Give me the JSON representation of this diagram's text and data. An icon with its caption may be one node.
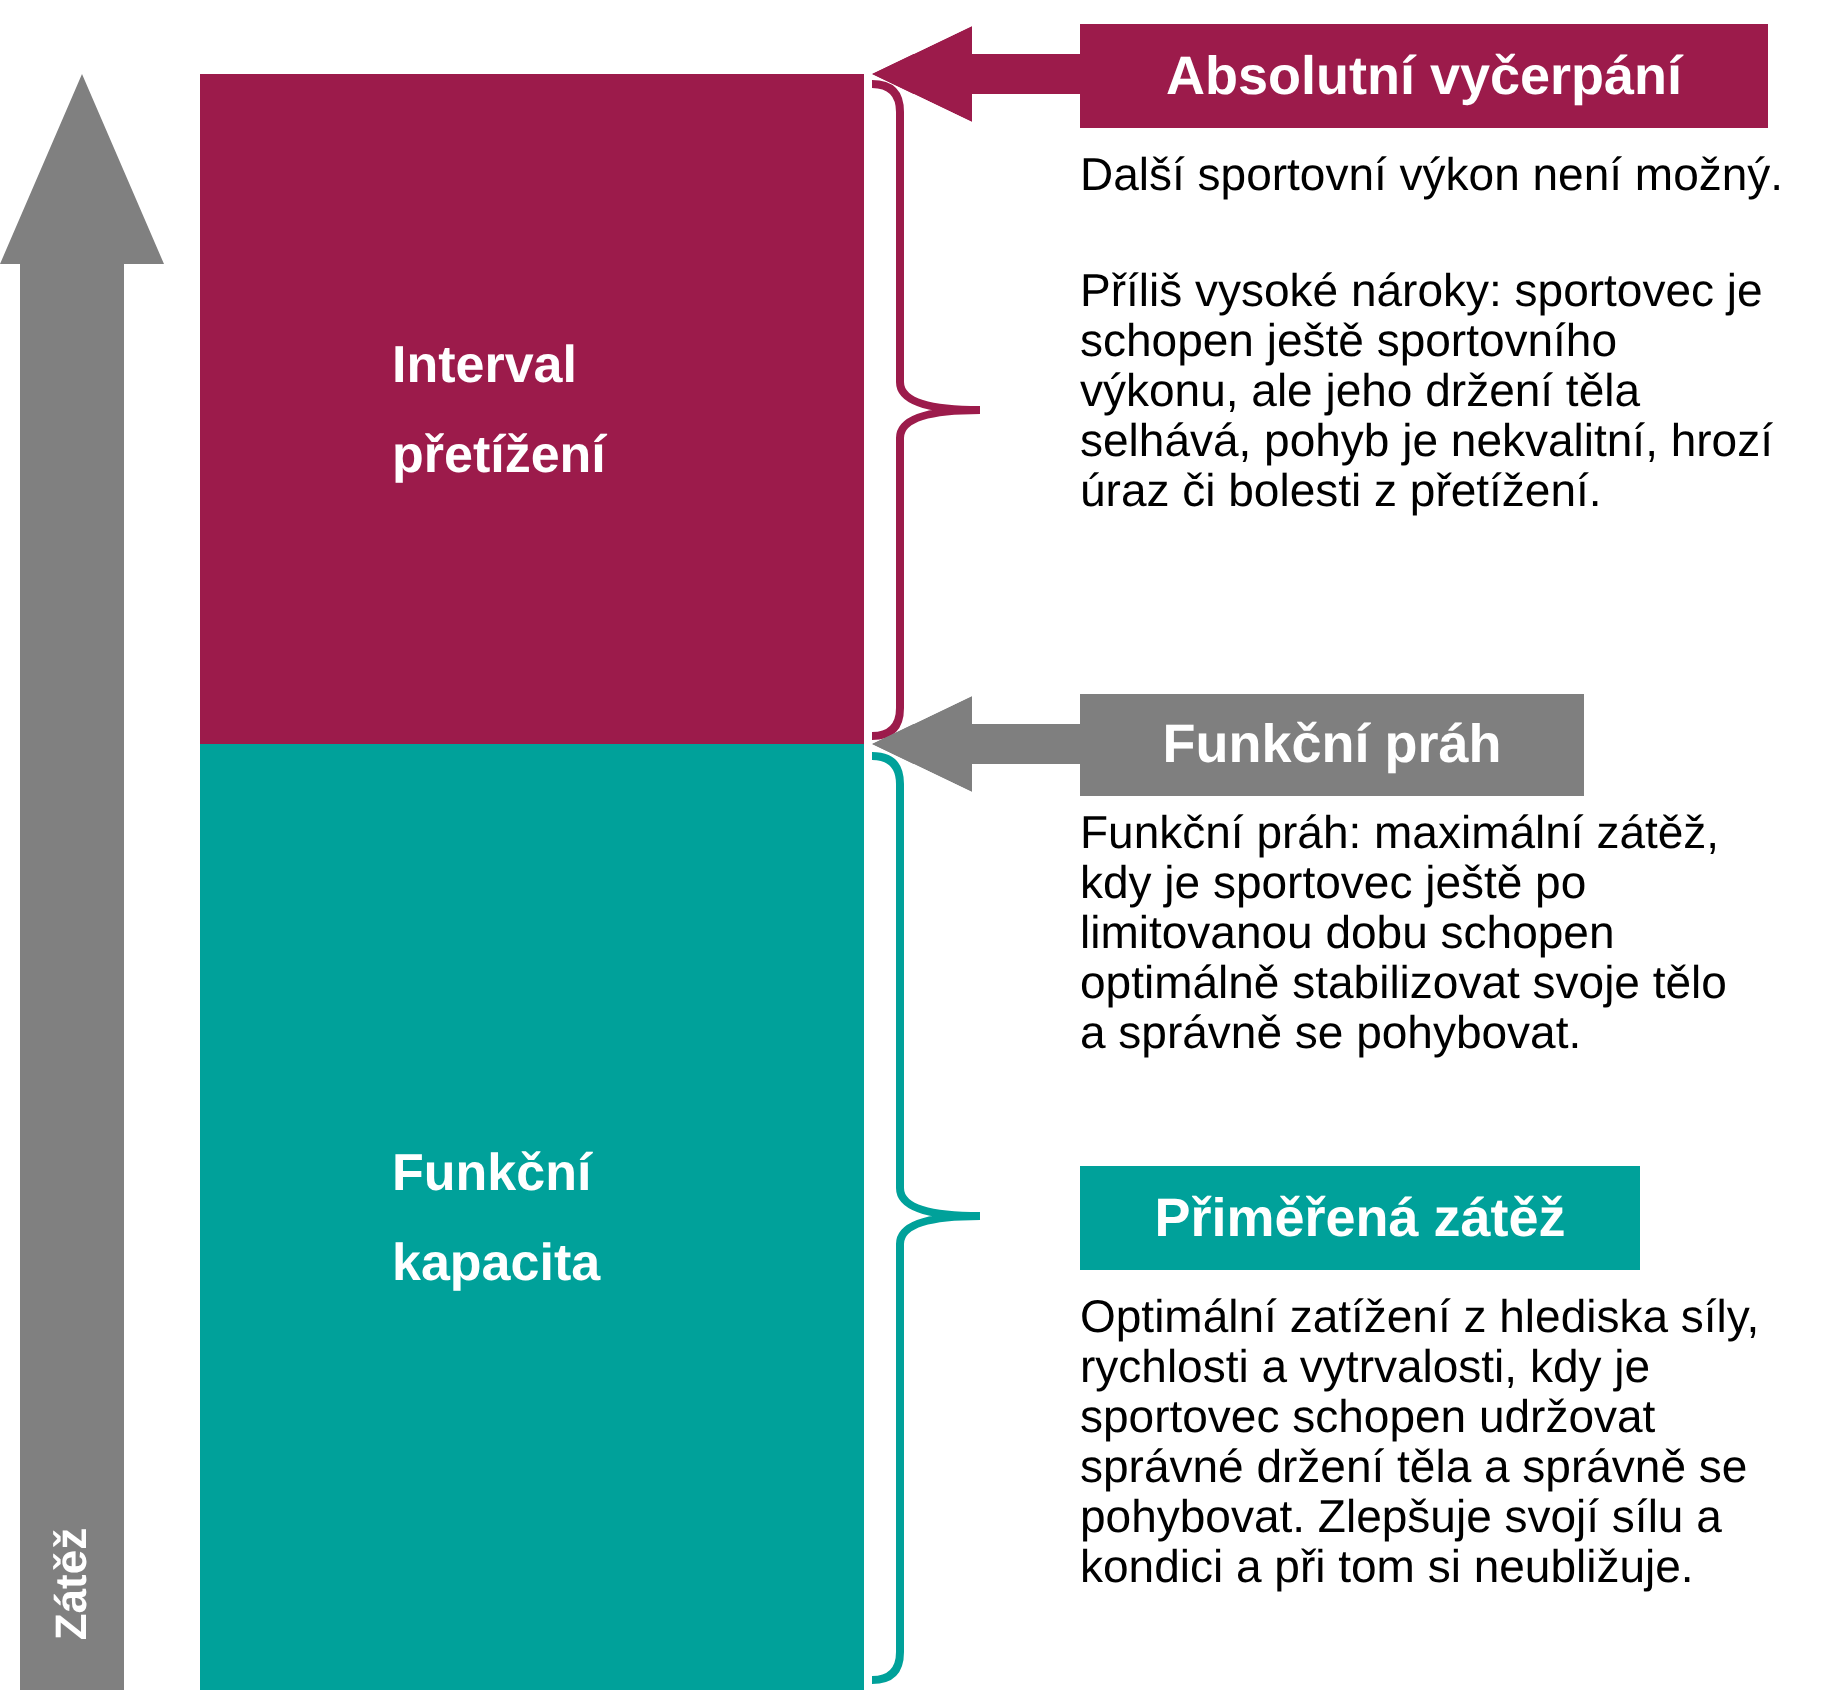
{
  "diagram": {
    "nodes": [
      {
        "text": [
          "Interval přetížení"
        ]
      },
      {
        "text": [
          "Funkční kapacita"
        ]
      },
      {
        "text": [
          "Absolutní vyčerpání"
        ],
        "beside": [
          "Další sportovní výkon není možný.",
          "Příliš vysoké nároky: sportovec je schopen ještě sportovního výkonu, ale jeho držení těla selhává, pohyb je nekvalitní, hrozí úraz či bolesti z přetížení."
        ]
      },
      {
        "text": [
          "Funkční práh"
        ],
        "beside": [
          "Funkční práh: maximální zátěž, kdy je sportovec ještě po limitovanou dobu schopen optimálně stabilizovat svoje tělo a správně se pohybovat."
        ]
      },
      {
        "text": [
          "Přiměřená zátěž"
        ],
        "beside": [
          "Optimální zatížení z hlediska síly, rychlosti a vytrvalosti, kdy je sportovec schopen udržovat správné držení těla a správně se pohybovat. Zlepšuje svojí sílu a kondici a při tom si neubližuje."
        ]
      }
    ],
    "edges": [
      {
        "from": 2,
        "to": 0,
        "arrow": "to",
        "color": "#9c1b4b"
      },
      {
        "from": 3,
        "to": 0,
        "arrow": "to",
        "color": "#7f7f7f"
      }
    ],
    "labels": [
      "Zátěž"
    ]
  }
}
